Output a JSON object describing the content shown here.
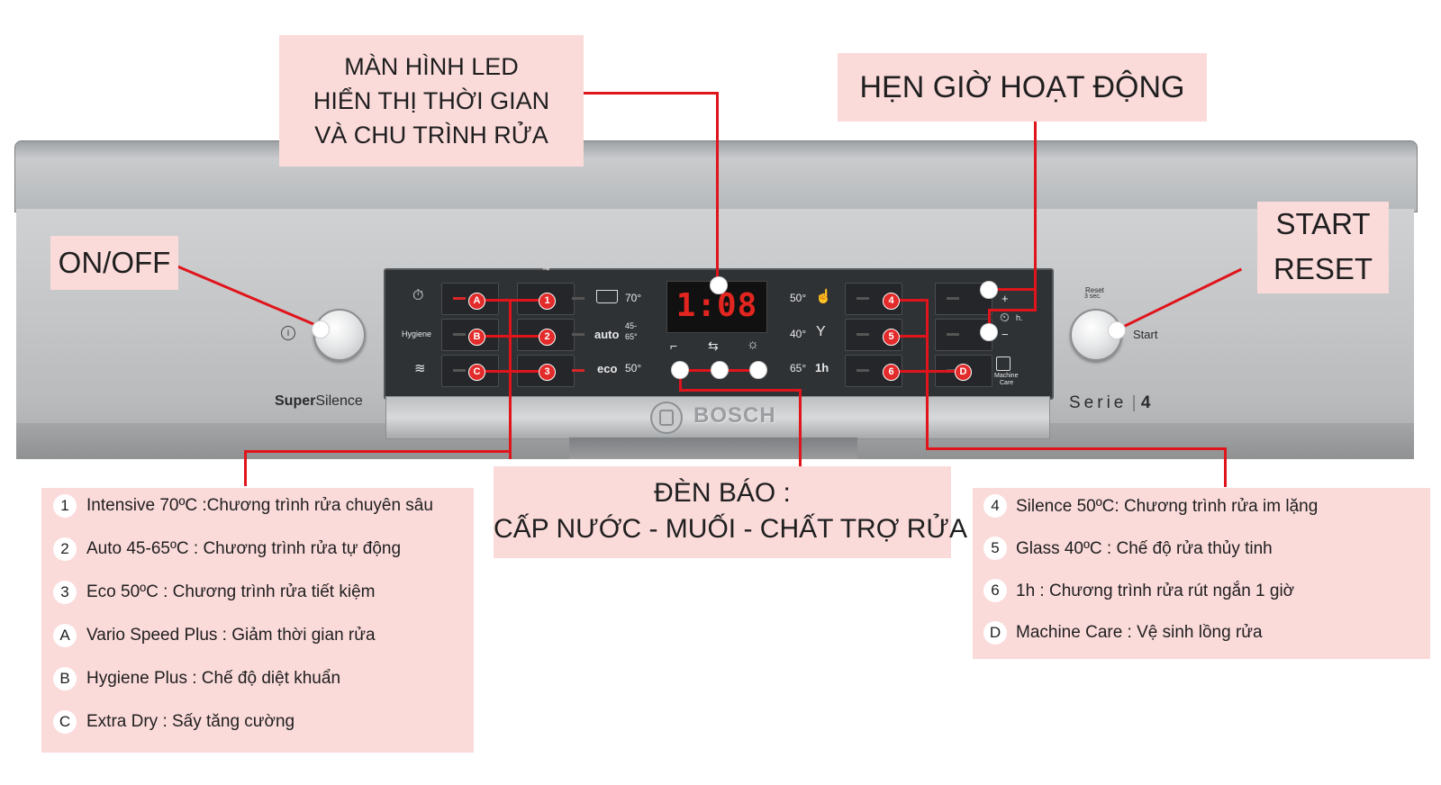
{
  "callouts": {
    "led": [
      "MÀN HÌNH LED",
      "HIỂN THỊ THỜI GIAN",
      "VÀ CHU TRÌNH RỬA"
    ],
    "timer": "HẸN GIỜ HOẠT ĐỘNG",
    "onoff": "ON/OFF",
    "start": [
      "START",
      "RESET"
    ],
    "indicators": [
      "ĐÈN BÁO :",
      "CẤP NƯỚC - MUỐI - CHẤT TRỢ RỬA"
    ]
  },
  "legend_left": [
    {
      "key": "1",
      "text": "Intensive 70ºC :Chương trình rửa chuyên sâu"
    },
    {
      "key": "2",
      "text": "Auto 45-65ºC : Chương trình rửa tự động"
    },
    {
      "key": "3",
      "text": "Eco 50ºC : Chương trình rửa tiết kiệm"
    },
    {
      "key": "A",
      "text": "Vario Speed Plus : Giảm thời gian rửa"
    },
    {
      "key": "B",
      "text": "Hygiene Plus : Chế độ diệt khuẩn"
    },
    {
      "key": "C",
      "text": "Extra Dry : Sấy tăng cường"
    }
  ],
  "legend_right": [
    {
      "key": "4",
      "text": "Silence 50ºC: Chương trình rửa im lặng"
    },
    {
      "key": "5",
      "text": "Glass 40ºC : Chế độ rửa thủy tinh"
    },
    {
      "key": "6",
      "text": "1h : Chương trình rửa rút ngắn 1 giờ"
    },
    {
      "key": "D",
      "text": "Machine Care : Vệ sinh lồng rửa"
    }
  ],
  "appliance": {
    "display_value": "1:08",
    "brand": "BOSCH",
    "series": "Serie",
    "series_num": "4",
    "model_line_a": "Super",
    "model_line_b": "Silence",
    "reset_label": "Reset",
    "reset_sub": "3 sec.",
    "start_label": "Start",
    "hygiene_label": "Hygiene",
    "temp_70": "70°",
    "auto_label": "auto",
    "auto_temps": [
      "45-",
      "65°"
    ],
    "eco_label": "eco",
    "temp_50": "50°",
    "silence_temp": "50°",
    "glass_temp": "40°",
    "quick_temp": "65°",
    "quick_time": "1h",
    "hours_label": "h.",
    "machine_care": [
      "Machine",
      "Care"
    ],
    "markers_left": [
      "A",
      "B",
      "C"
    ],
    "markers_mid": [
      "1",
      "2",
      "3"
    ],
    "markers_right": [
      "4",
      "5",
      "6"
    ],
    "marker_d": "D",
    "plus": "+",
    "minus": "−",
    "power_symbol": "I"
  },
  "colors": {
    "callout_bg": "#fbdada",
    "line": "#e0141b",
    "led_red": "#e3251f",
    "panel": "#2f3235"
  }
}
